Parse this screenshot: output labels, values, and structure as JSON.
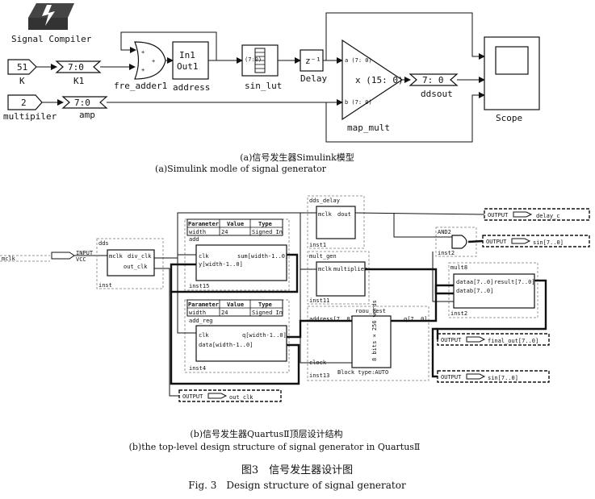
{
  "top": {
    "signal_compiler": "Signal Compiler",
    "k_value": "51",
    "k_label": "K",
    "k1_type": "7:0",
    "k1_label": "K1",
    "mult_value": "2",
    "mult_label": "multipiler",
    "amp_type": "7:0",
    "amp_label": "amp",
    "adder_label": "fre_adder1",
    "address_in": "In1",
    "address_out": "Out1",
    "address_label": "address",
    "lut_text": "(7:0)",
    "lut_label": "sin_lut",
    "delay_text": "z⁻¹",
    "delay_label": "Delay",
    "mult_a": "a (7: 0)",
    "mult_b": "b (7: 0)",
    "mult_x": "x (15: 0)",
    "mult_name": "map_mult",
    "ddsout_type": "7: 0",
    "ddsout_label": "ddsout",
    "scope_label": "Scope"
  },
  "caption_a_cn": "(a)信号发生器Simulink模型",
  "caption_a_en": "(a)Simulink modle of signal generator",
  "bottom": {
    "mclk_pin": "mclk",
    "input_pin": "INPUT",
    "vcc": "VCC",
    "dds_name": "dds",
    "dds_port1": "mclk",
    "dds_port2": "div_clk",
    "dds_port3": "out_clk",
    "dds_inst": "inst",
    "param_hdr": [
      "Parameter",
      "Value",
      "Type"
    ],
    "add_param": [
      "width",
      "24",
      "Signed In"
    ],
    "add_name": "add",
    "add_clk": "clk",
    "add_sum": "sum[width-1..0]",
    "add_y": "y[width-1..0]",
    "add_inst": "inst15",
    "reg_param": [
      "width",
      "24",
      "Signed In"
    ],
    "reg_name": "add_reg",
    "reg_clk": "clk",
    "reg_q": "q[width-1..0]",
    "reg_data": "data[width-1..0]",
    "reg_inst": "inst4",
    "dd_name": "dds_delay",
    "dd_mclk": "mclk",
    "dd_dout": "dout",
    "dd_inst": "inst1",
    "mg_name": "mult_gen",
    "mg_mclk": "mclk",
    "mg_mult": "multiplier",
    "mg_inst": "inst11",
    "rom_name": "roou_test",
    "rom_addr": "address[7..0]",
    "rom_q": "q[7..0]",
    "rom_clock": "clock",
    "rom_mem": "8 bits × 256 words",
    "rom_block": "Block type:AUTO",
    "rom_inst": "inst13",
    "and_name": "AND2",
    "and_inst": "inst2",
    "m8_name": "mult8",
    "m8_a": "dataa[7..0]",
    "m8_b": "datab[7..0]",
    "m8_r": "result[7..0]",
    "m8_inst": "inst2",
    "output_tag": "OUTPUT",
    "out_delay": "delay_c",
    "out_sin1": "sin[7..0]",
    "out_final": "final_out[7..0]",
    "out_sin2": "sin[7..0]",
    "out_clk": "out_clk"
  },
  "caption_b_cn": "(b)信号发生器QuartusⅡ顶层设计结构",
  "caption_b_en": "(b)the top-level design structure of signal generator in QuartusⅡ",
  "fig_cn": "图3　信号发生器设计图",
  "fig_en": "Fig. 3　Design structure of signal generator"
}
